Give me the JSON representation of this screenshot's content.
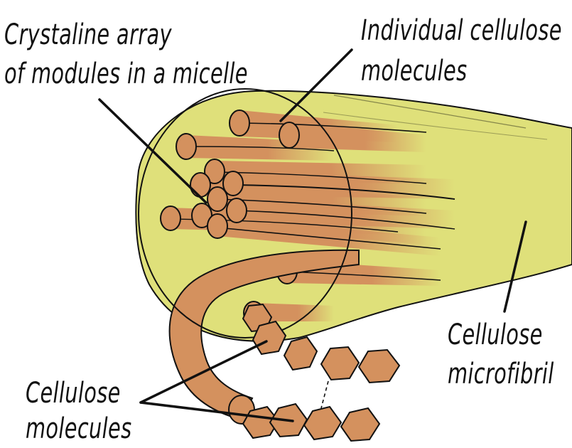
{
  "labels": {
    "crystal_line1": "Crystaline array",
    "crystal_line2": "of modules in a micelle",
    "individual_line1": "Individual cellulose",
    "individual_line2": "molecules",
    "microfibril_line1": "Cellulose",
    "microfibril_line2": "microfibril",
    "molecules_line1": "Cellulose",
    "molecules_line2": "molecules"
  },
  "colors": {
    "microfibril_fill": "#dfe07a",
    "fiber_fill": "#d4915e",
    "outline": "#111111"
  }
}
